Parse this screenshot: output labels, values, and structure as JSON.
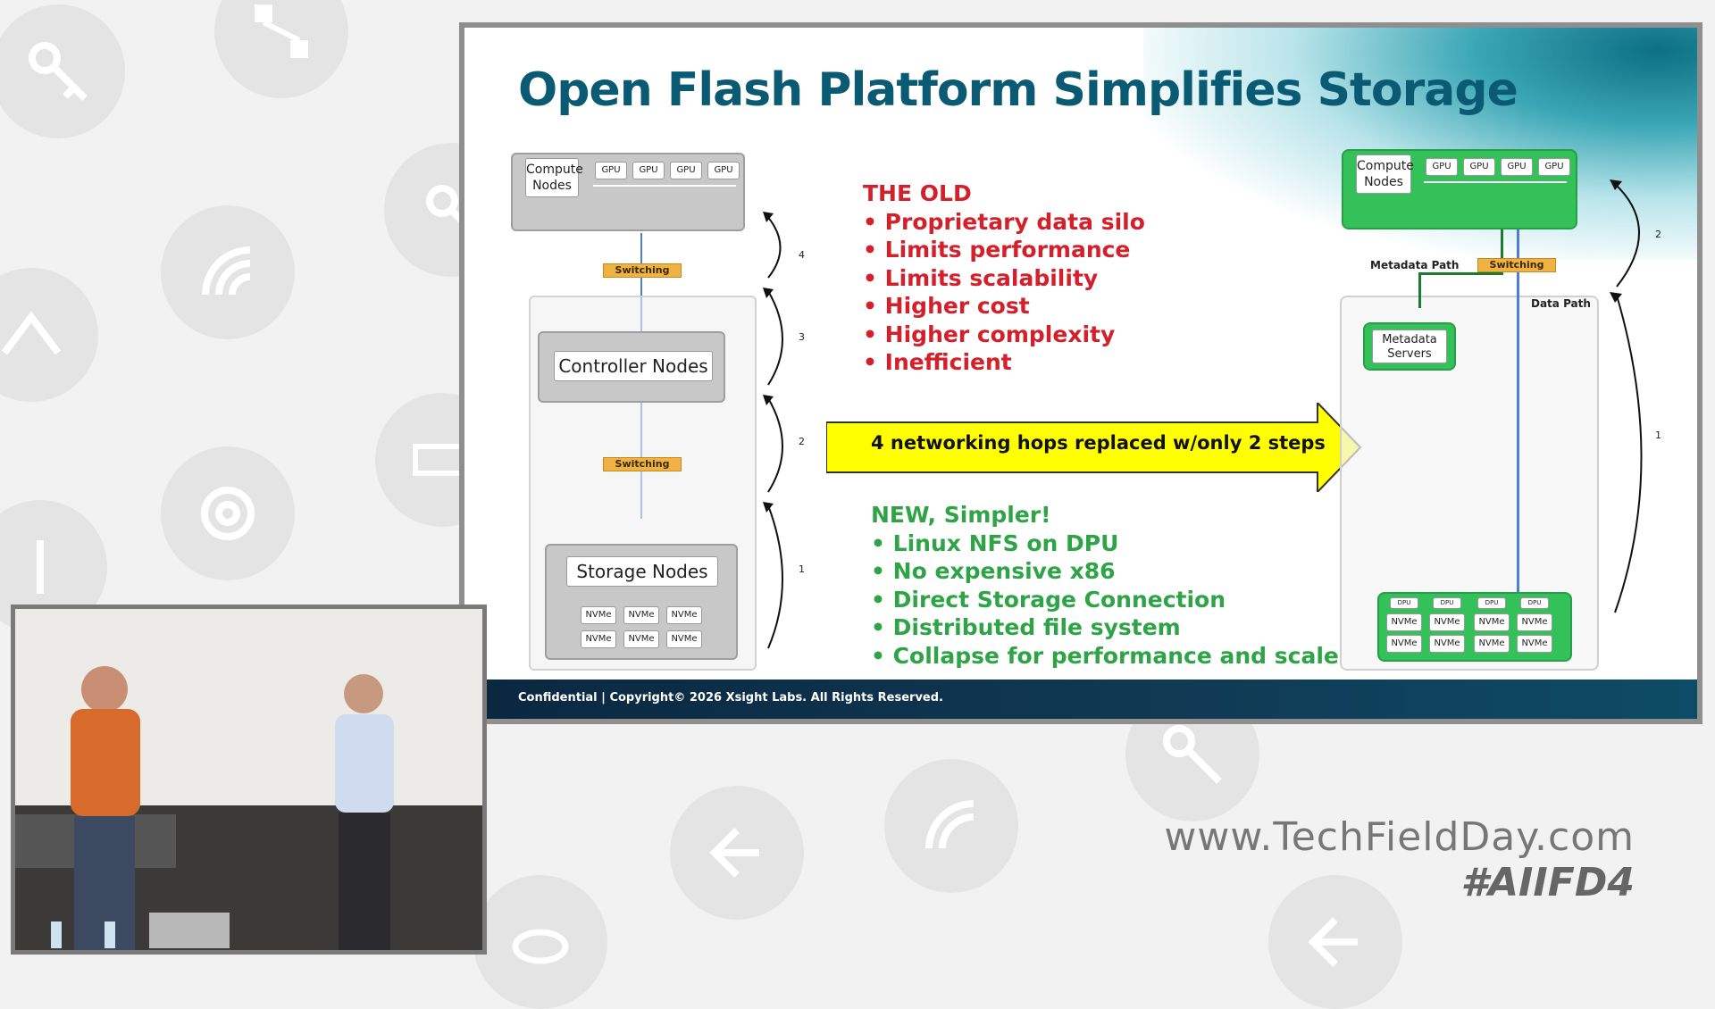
{
  "slide": {
    "title": "Open Flash Platform Simplifies Storage",
    "footer": "Confidential | Copyright© 2026 Xsight Labs. All Rights Reserved.",
    "old_diagram": {
      "compute_label_1": "Compute",
      "compute_label_2": "Nodes",
      "gpu": "GPU",
      "switching_1": "Switching",
      "controller": "Controller Nodes",
      "switching_2": "Switching",
      "storage": "Storage Nodes",
      "nvme": "NVMe",
      "hops": [
        "4",
        "3",
        "2",
        "1"
      ]
    },
    "old_list": {
      "heading": "THE OLD",
      "items": [
        "• Proprietary data silo",
        "• Limits performance",
        "• Limits scalability",
        "• Higher cost",
        "• Higher complexity",
        "• Inefficient"
      ]
    },
    "banner": "4 networking hops replaced w/only 2 steps",
    "new_list": {
      "heading": "NEW, Simpler!",
      "items": [
        "• Linux NFS on DPU",
        "• No expensive x86",
        "• Direct Storage Connection",
        "• Distributed file system",
        "• Collapse for performance and scale"
      ]
    },
    "new_diagram": {
      "compute_label_1": "Compute",
      "compute_label_2": "Nodes",
      "gpu": "GPU",
      "metadata_path": "Metadata Path",
      "switching": "Switching",
      "data_path": "Data Path",
      "metadata_1": "Metadata",
      "metadata_2": "Servers",
      "dpu": "DPU",
      "nvme": "NVMe",
      "hops": [
        "2",
        "1"
      ]
    }
  },
  "watermark": {
    "url": "www.TechFieldDay.com",
    "tag": "#AIIFD4"
  },
  "colors": {
    "title": "#0b5a73",
    "old": "#d3202a",
    "new": "#2ea446",
    "banner": "#ffff00",
    "switch": "#f1b244"
  }
}
